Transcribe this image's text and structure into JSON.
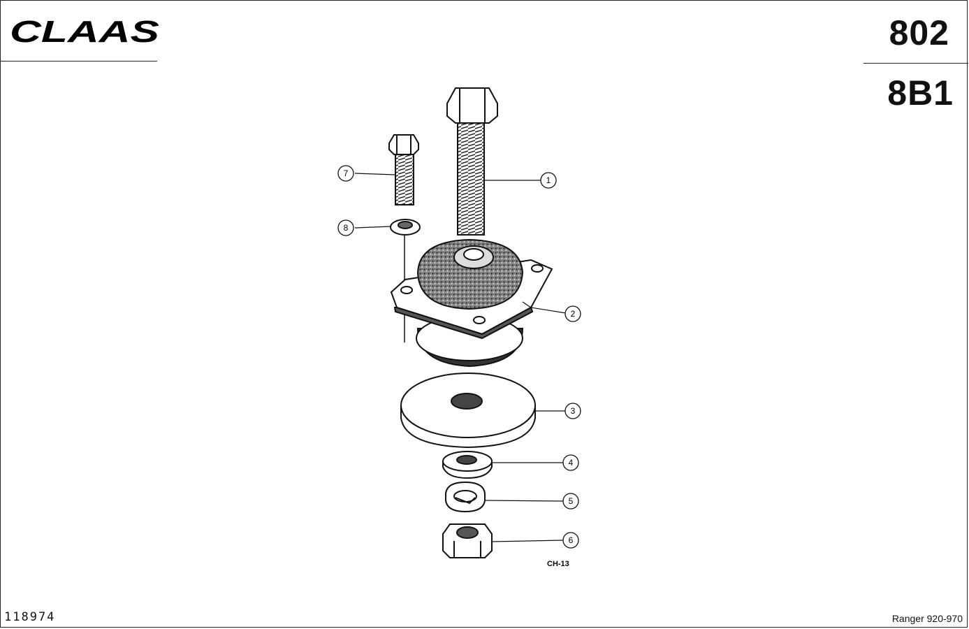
{
  "header": {
    "brand": "CLAAS",
    "page_number": "802",
    "section_code": "8B1"
  },
  "footer": {
    "document_number": "118974",
    "model_range": "Ranger 920-970"
  },
  "drawing": {
    "drawing_code": "CH-13",
    "callouts": [
      "1",
      "2",
      "3",
      "4",
      "5",
      "6",
      "7",
      "8"
    ]
  }
}
